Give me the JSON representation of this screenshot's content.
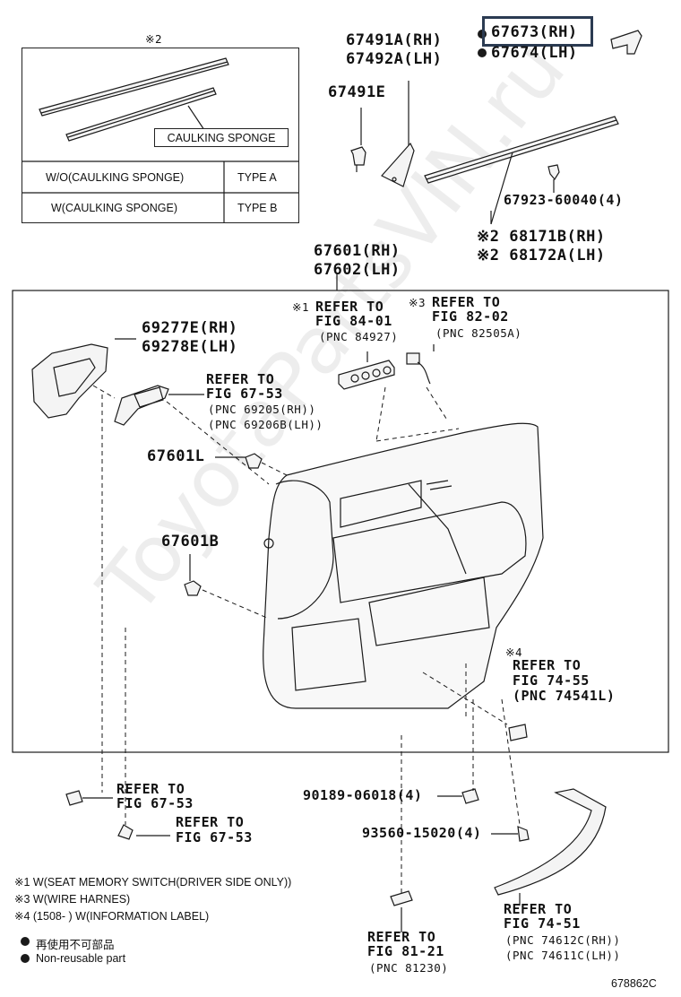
{
  "header": {
    "note_mark": "※2"
  },
  "variant_table": {
    "caulking_label": "CAULKING SPONGE",
    "rows": [
      {
        "condition": "W/O(CAULKING SPONGE)",
        "type": "TYPE A"
      },
      {
        "condition": "W(CAULKING SPONGE)",
        "type": "TYPE B"
      }
    ]
  },
  "parts": {
    "p67491a": "67491A(RH)",
    "p67492a": "67492A(LH)",
    "p67491e": "67491E",
    "p67673": "67673(RH)",
    "p67674": "67674(LH)",
    "p67923": "67923-60040(4)",
    "p68171b": "※2 68171B(RH)",
    "p68172a": "※2 68172A(LH)",
    "p67601": "67601(RH)",
    "p67602": "67602(LH)",
    "p69277e": "69277E(RH)",
    "p69278e": "69278E(LH)",
    "p67601l": "67601L",
    "p67601b": "67601B",
    "p90189": "90189-06018(4)",
    "p93560": "93560-15020(4)"
  },
  "refs": {
    "r1_mark": "※1",
    "r1_a": "REFER TO",
    "r1_b": "FIG 84-01",
    "r1_c": "(PNC 84927)",
    "r3_mark": "※3",
    "r3_a": "REFER TO",
    "r3_b": "FIG 82-02",
    "r3_c": "(PNC 82505A)",
    "r6753_a": "REFER TO",
    "r6753_b": "FIG 67-53",
    "r6753_c": "(PNC 69205(RH))",
    "r6753_d": "(PNC 69206B(LH))",
    "r4_mark": "※4",
    "r4_a": "REFER TO",
    "r4_b": "FIG 74-55",
    "r4_c": "(PNC 74541L)",
    "rc1_a": "REFER TO",
    "rc1_b": "FIG 67-53",
    "rc2_a": "REFER TO",
    "rc2_b": "FIG 67-53",
    "r8121_a": "REFER TO",
    "r8121_b": "FIG 81-21",
    "r8121_c": "(PNC 81230)",
    "r7451_a": "REFER TO",
    "r7451_b": "FIG 74-51",
    "r7451_c": "(PNC 74612C(RH))",
    "r7451_d": "(PNC 74611C(LH))"
  },
  "legend": {
    "n1": "※1 W(SEAT MEMORY SWITCH(DRIVER SIDE ONLY))",
    "n3": "※3 W(WIRE HARNES)",
    "n4": "※4 (1508-      ) W(INFORMATION LABEL)",
    "nonreuse_jp": "再使用不可部品",
    "nonreuse_en": "Non-reusable part"
  },
  "footer": {
    "fig_code": "678862C"
  },
  "watermark": "ToyotaPartsVIN.ru",
  "colors": {
    "line": "#1a1a1a",
    "highlight_box": "#2b3b52",
    "part_fill": "#f4f4f4"
  }
}
